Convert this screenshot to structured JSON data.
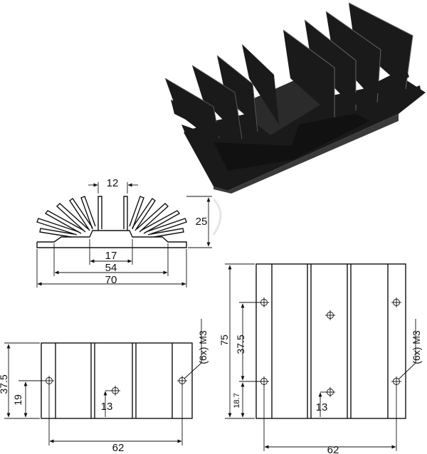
{
  "profile": {
    "top_dim": "12",
    "height_dim": "25",
    "channel_dim": "17",
    "inner_dim": "54",
    "overall_dim": "70"
  },
  "side_view": {
    "height_dim": "37.5",
    "hole_height_dim": "19",
    "hole_offset_dim": "13",
    "width_dim": "62",
    "hole_label": "(6x) M3"
  },
  "large_view": {
    "height_dim": "75",
    "mid_dim": "37.5",
    "low_dim": "18.7",
    "hole_offset_dim": "13",
    "width_dim": "62",
    "hole_label": "(6x) M3"
  },
  "photo": {
    "subject": "black aluminium heatsink with radial fins"
  }
}
